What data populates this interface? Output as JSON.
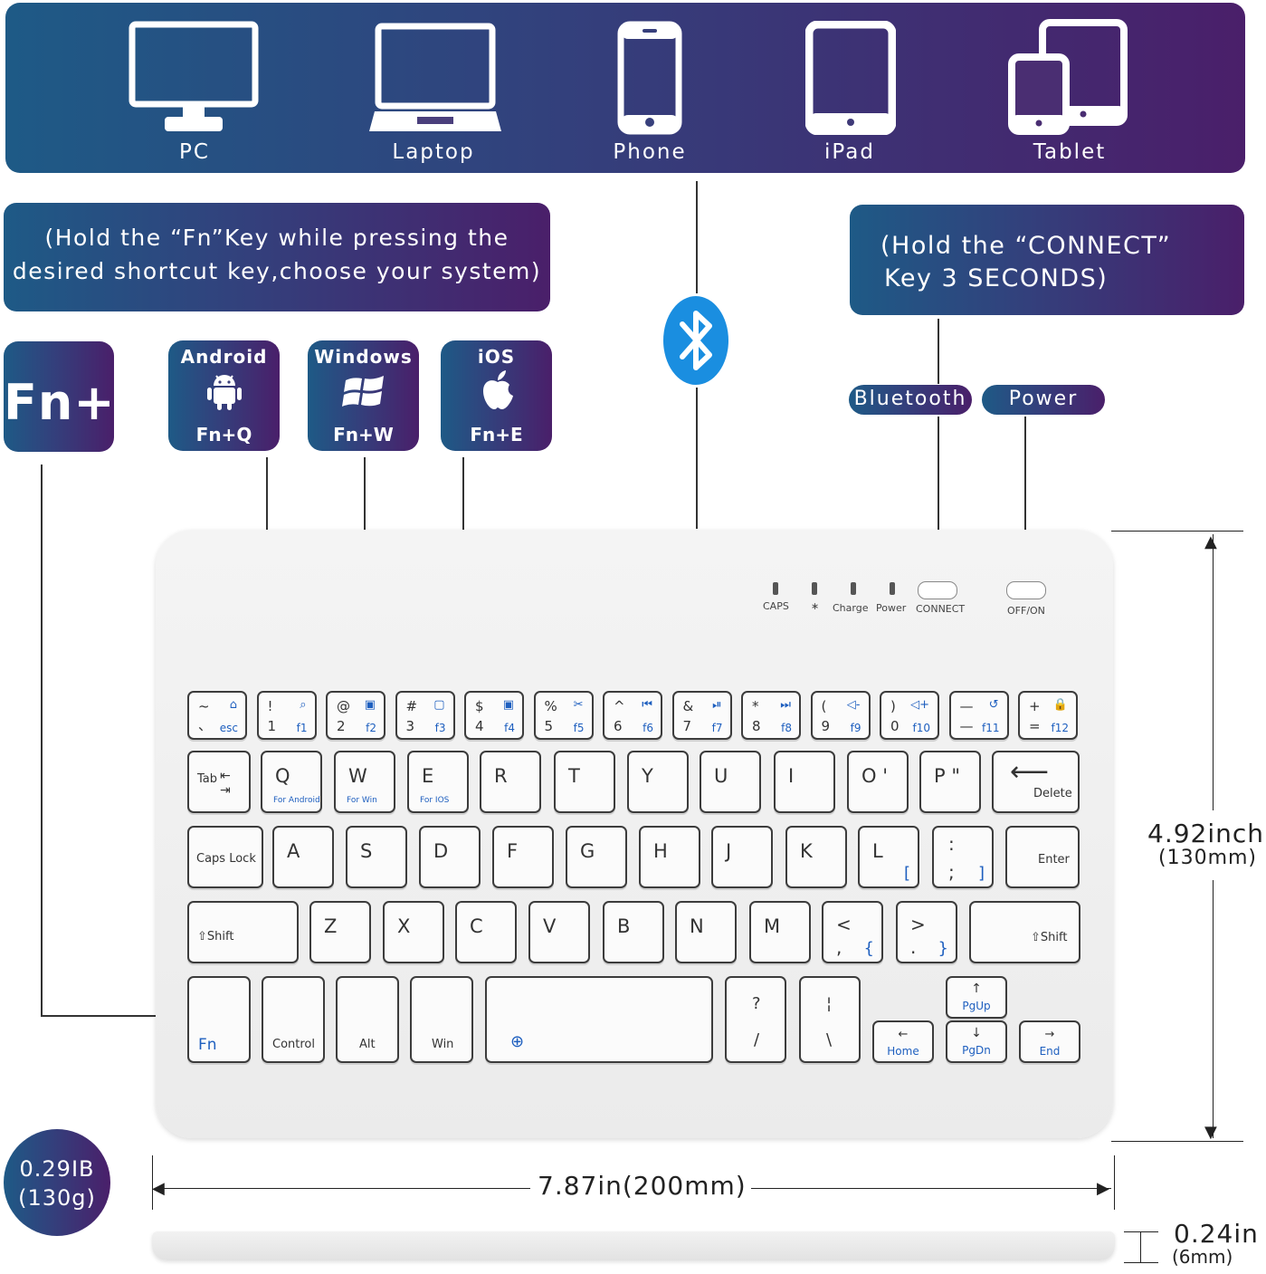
{
  "devices": [
    {
      "label": "PC",
      "icon": "pc-icon"
    },
    {
      "label": "Laptop",
      "icon": "laptop-icon"
    },
    {
      "label": "Phone",
      "icon": "phone-icon"
    },
    {
      "label": "iPad",
      "icon": "ipad-icon"
    },
    {
      "label": "Tablet",
      "icon": "tablet-icon"
    }
  ],
  "left_note": {
    "line1": "(Hold the “Fn”Key while pressing the",
    "line2": "desired shortcut key,choose your system)"
  },
  "right_note": {
    "line1": "(Hold the “CONNECT”",
    "line2": "Key 3 SECONDS)"
  },
  "fn_key": "Fn+",
  "systems": [
    {
      "name": "Android",
      "shortcut": "Fn+Q",
      "icon": "android-icon"
    },
    {
      "name": "Windows",
      "shortcut": "Fn+W",
      "icon": "windows-icon"
    },
    {
      "name": "iOS",
      "shortcut": "Fn+E",
      "icon": "apple-icon"
    }
  ],
  "pills": {
    "bluetooth": "Bluetooth",
    "power": "Power"
  },
  "indicators": {
    "caps": "CAPS",
    "bt": "∗",
    "charge": "Charge",
    "power": "Power",
    "connect": "CONNECT",
    "offon": "OFF/ON"
  },
  "keys": {
    "row1": [
      {
        "top": "~",
        "bot": "、",
        "fn": "esc",
        "ico": "⌂"
      },
      {
        "top": "!",
        "bot": "1",
        "fn": "f1",
        "ico": "⌕"
      },
      {
        "top": "@",
        "bot": "2",
        "fn": "f2",
        "ico": "▣"
      },
      {
        "top": "#",
        "bot": "3",
        "fn": "f3",
        "ico": "▢"
      },
      {
        "top": "$",
        "bot": "4",
        "fn": "f4",
        "ico": "▣"
      },
      {
        "top": "%",
        "bot": "5",
        "fn": "f5",
        "ico": "✂"
      },
      {
        "top": "^",
        "bot": "6",
        "fn": "f6",
        "ico": "⏮"
      },
      {
        "top": "&",
        "bot": "7",
        "fn": "f7",
        "ico": "⏯"
      },
      {
        "top": "*",
        "bot": "8",
        "fn": "f8",
        "ico": "⏭"
      },
      {
        "top": "(",
        "bot": "9",
        "fn": "f9",
        "ico": "◁-"
      },
      {
        "top": ")",
        "bot": "0",
        "fn": "f10",
        "ico": "◁+"
      },
      {
        "top": "—",
        "bot": "—",
        "fn": "f11",
        "ico": "↺"
      },
      {
        "top": "+",
        "bot": "=",
        "fn": "f12",
        "ico": "🔒"
      }
    ],
    "tab": "Tab",
    "row2": [
      {
        "main": "Q",
        "sub": "For Android"
      },
      {
        "main": "W",
        "sub": "For Win"
      },
      {
        "main": "E",
        "sub": "For IOS"
      },
      {
        "main": "R",
        "sub": ""
      },
      {
        "main": "T",
        "sub": ""
      },
      {
        "main": "Y",
        "sub": ""
      },
      {
        "main": "U",
        "sub": ""
      },
      {
        "main": "I",
        "sub": ""
      },
      {
        "main": "O  '",
        "sub": ""
      },
      {
        "main": "P  \"",
        "sub": ""
      }
    ],
    "delete": "Delete",
    "capslock": "Caps Lock",
    "row3": [
      "A",
      "S",
      "D",
      "F",
      "G",
      "H",
      "J",
      "K",
      "L"
    ],
    "semicolon_top": ":",
    "semicolon_bot": ";",
    "bracket_l": "[",
    "bracket_r": "]",
    "enter": "Enter",
    "shift_l": "⇧Shift",
    "row4": [
      "Z",
      "X",
      "C",
      "V",
      "B",
      "N",
      "M"
    ],
    "lt": "<",
    "comma": ",",
    "brace_l": "{",
    "gt": ">",
    "period": ".",
    "brace_r": "}",
    "shift_r": "⇧Shift",
    "fn": "Fn",
    "control": "Control",
    "alt": "Alt",
    "win": "Win",
    "question": "?",
    "slash": "/",
    "pipe": "¦",
    "backslash": "\\",
    "home": "Home",
    "pgup": "PgUp",
    "pgdn": "PgDn",
    "end": "End"
  },
  "dimensions": {
    "height_main": "4.92inch",
    "height_sub": "(130mm)",
    "width": "7.87in(200mm)",
    "depth_main": "0.24in",
    "depth_sub": "(6mm)",
    "weight_line1": "0.29IB",
    "weight_line2": "(130g)"
  },
  "colors": {
    "grad_start": "#1e5a86",
    "grad_end": "#4a1f6a",
    "accent_blue": "#1e5fbf",
    "bt_blue": "#1a8ee0"
  }
}
